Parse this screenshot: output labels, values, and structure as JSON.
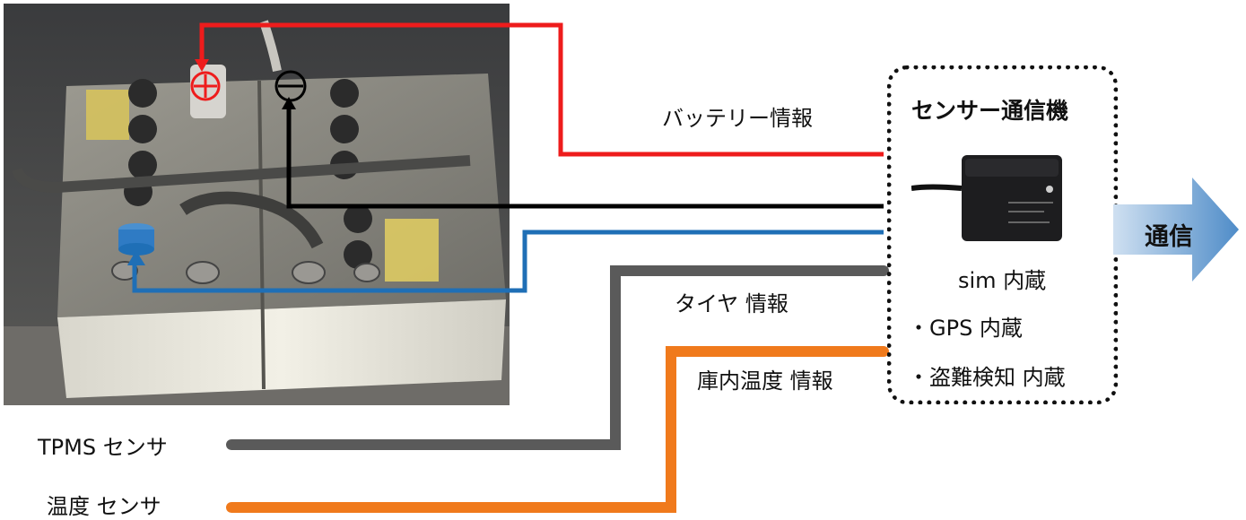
{
  "labels": {
    "battery_info": "バッテリー情報",
    "tire_info": "タイヤ 情報",
    "cabin_temp_info": "庫内温度 情報",
    "tpms_sensor": "TPMS センサ",
    "temp_sensor": "温度 センサ"
  },
  "device": {
    "title": "センサー通信機",
    "sim": "sim 内蔵",
    "gps": "・GPS 内蔵",
    "theft": "・盗難検知 内蔵"
  },
  "arrow": {
    "label": "通信"
  },
  "colors": {
    "battery_plus_wire": "#ee1c1c",
    "battery_minus_wire": "#000000",
    "sensor_wire": "#1f6fb6",
    "tire_wire": "#5a5a5a",
    "temp_wire": "#f07a1c",
    "arrow_fill": "#6b9ecf"
  },
  "icons": {
    "plus": "plus-terminal-icon",
    "minus": "minus-terminal-icon",
    "sensor": "battery-sensor-icon"
  }
}
